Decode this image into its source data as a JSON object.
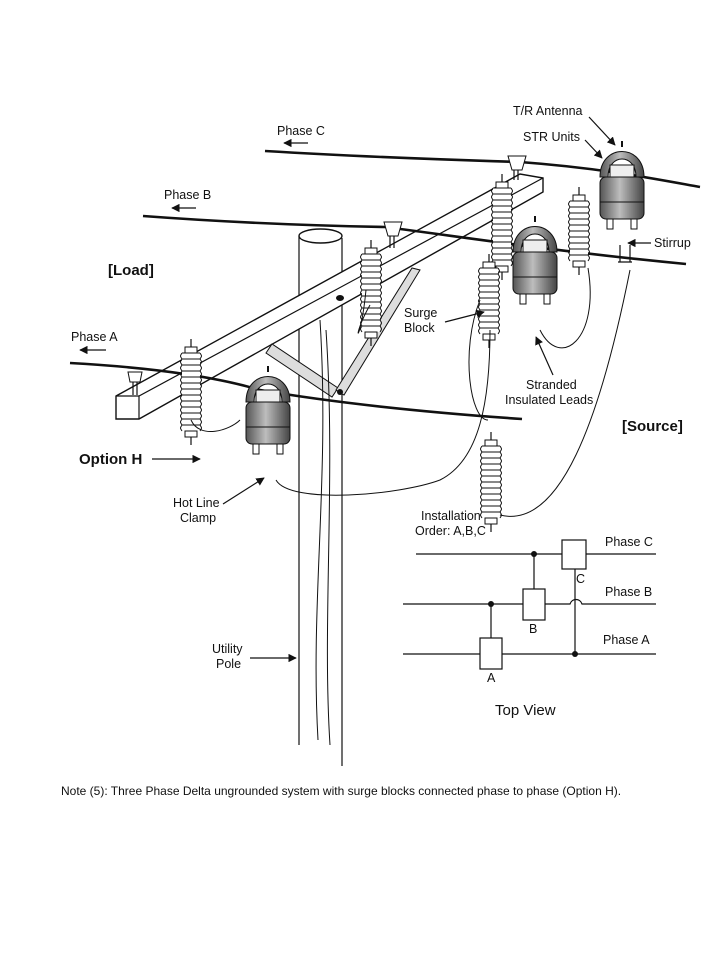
{
  "labels": {
    "tr_antenna": "T/R Antenna",
    "str_units": "STR Units",
    "phase_c": "Phase C",
    "phase_b": "Phase B",
    "phase_a": "Phase A",
    "load": "[Load]",
    "source": "[Source]",
    "stirrup": "Stirrup",
    "surge_block_1": "Surge",
    "surge_block_2": "Block",
    "stranded_1": "Stranded",
    "stranded_2": "Insulated Leads",
    "option_h": "Option H",
    "hot_line_1": "Hot Line",
    "hot_line_2": "Clamp",
    "install_1": "Installation",
    "install_2": "Order: A,B,C",
    "utility_1": "Utility",
    "utility_2": "Pole"
  },
  "top_view": {
    "title": "Top View",
    "phase_c": "Phase C",
    "phase_b": "Phase B",
    "phase_a": "Phase A",
    "box_a": "A",
    "box_b": "B",
    "box_c": "C"
  },
  "note": "Note (5): Three  Phase Delta  ungrounded  system with surge blocks connected phase to phase (Option H)."
}
